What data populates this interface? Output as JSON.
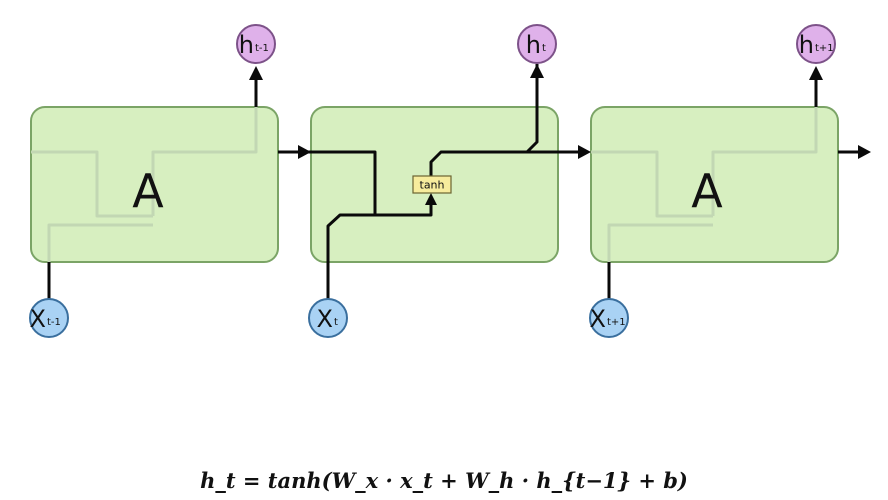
{
  "cells": [
    {
      "label": "A"
    },
    {
      "label": ""
    },
    {
      "label": "A"
    }
  ],
  "activation": "tanh",
  "inputs": [
    {
      "main": "X",
      "sub": "t-1"
    },
    {
      "main": "X",
      "sub": "t"
    },
    {
      "main": "X",
      "sub": "t+1"
    }
  ],
  "outputs": [
    {
      "main": "h",
      "sub": "t-1"
    },
    {
      "main": "h",
      "sub": "t"
    },
    {
      "main": "h",
      "sub": "t+1"
    }
  ],
  "formula": "h_t = tanh(W_x · x_t + W_h · h_{t−1} + b)",
  "colors": {
    "cell_fill": "#d7efc0",
    "input_node": "#a9d2f4",
    "output_node": "#dfb1ea",
    "activation_box": "#f7ec9d"
  }
}
